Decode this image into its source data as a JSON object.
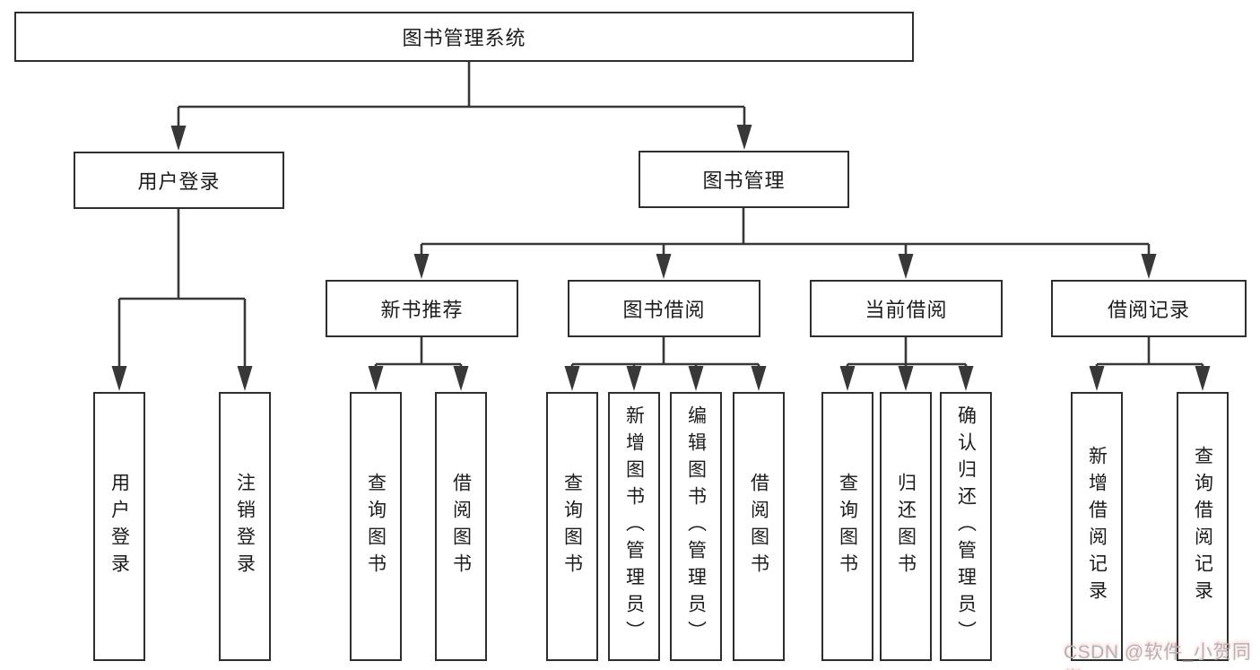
{
  "diagram": {
    "root": {
      "label": "图书管理系统",
      "children": [
        {
          "label": "用户登录",
          "children": [
            {
              "label": "用户登录"
            },
            {
              "label": "注销登录"
            }
          ]
        },
        {
          "label": "图书管理",
          "children": [
            {
              "label": "新书推荐",
              "children": [
                {
                  "label": "查询图书"
                },
                {
                  "label": "借阅图书"
                }
              ]
            },
            {
              "label": "图书借阅",
              "children": [
                {
                  "label": "查询图书"
                },
                {
                  "label": "新增图书（管理员）"
                },
                {
                  "label": "编辑图书（管理员）"
                },
                {
                  "label": "借阅图书"
                }
              ]
            },
            {
              "label": "当前借阅",
              "children": [
                {
                  "label": "查询图书"
                },
                {
                  "label": "归还图书"
                },
                {
                  "label": "确认归还（管理员）"
                }
              ]
            },
            {
              "label": "借阅记录",
              "children": [
                {
                  "label": "新增借阅记录"
                },
                {
                  "label": "查询借阅记录"
                }
              ]
            }
          ]
        }
      ]
    },
    "watermark": "CSDN @软件_小贺同学",
    "colors": {
      "line": "#383838",
      "box_border": "#2e2e2e",
      "text": "#1c1c1c",
      "watermark": "#b5b3b3",
      "background": "#ffffff"
    }
  }
}
